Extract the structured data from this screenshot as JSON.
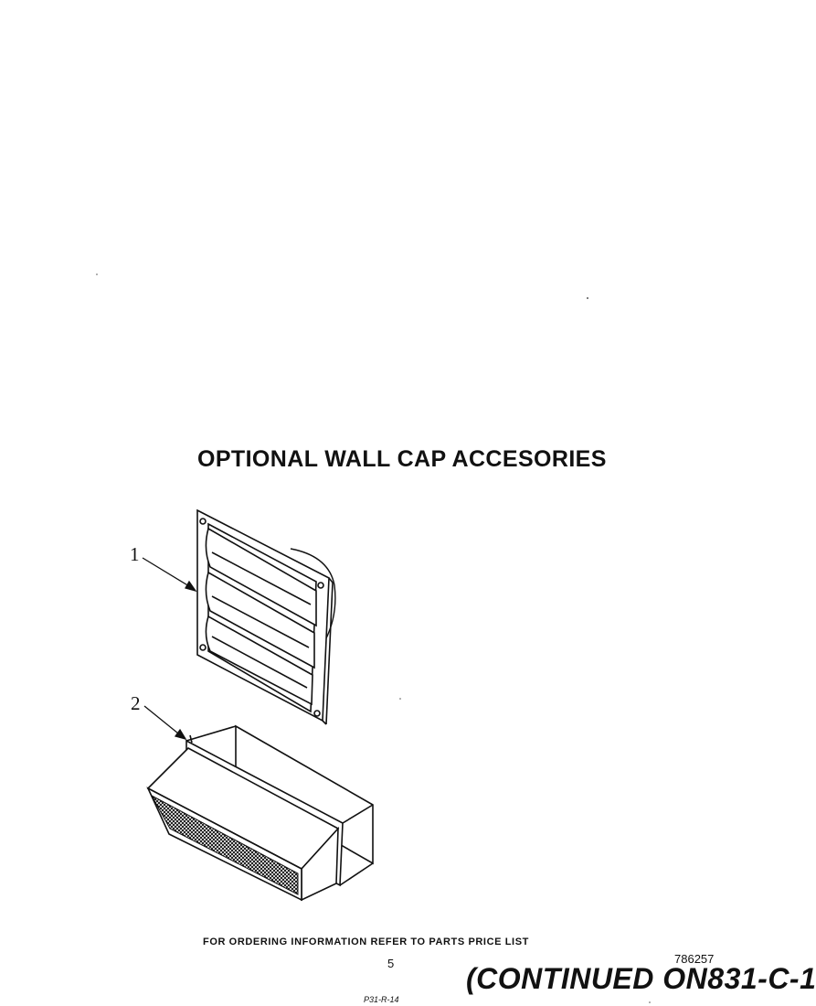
{
  "title": "OPTIONAL WALL CAP ACCESORIES",
  "callouts": [
    {
      "label": "1",
      "part": "louvered wall cap"
    },
    {
      "label": "2",
      "part": "rectangular wall cap with screen"
    }
  ],
  "footer": {
    "ordering_note": "FOR ORDERING INFORMATION REFER TO PARTS PRICE LIST",
    "page_number": "5",
    "doc_number": "786257",
    "continued": "(CONTINUED ON831-C-1",
    "scribble": "P31-R-14"
  }
}
